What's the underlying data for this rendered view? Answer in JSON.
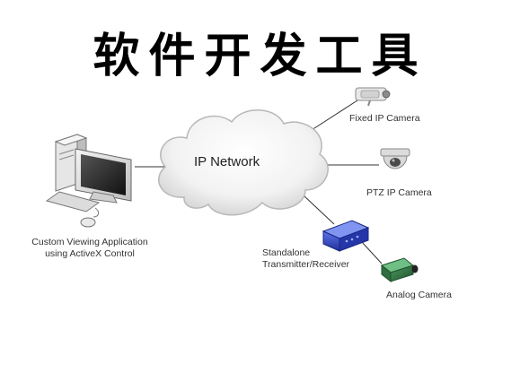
{
  "title": "软件开发工具",
  "network": {
    "label": "IP Network"
  },
  "nodes": {
    "client_line1": "Custom Viewing Application",
    "client_line2": "using ActiveX Control",
    "fixed_camera": "Fixed IP Camera",
    "ptz_camera": "PTZ IP Camera",
    "transmitter_line1": "Standalone",
    "transmitter_line2": "Transmitter/Receiver",
    "analog_camera": "Analog Camera"
  },
  "colors": {
    "title": "#000000",
    "cloud_edge": "#b8b8b8",
    "connector": "#333333",
    "transmitter": "#2f45c8"
  }
}
